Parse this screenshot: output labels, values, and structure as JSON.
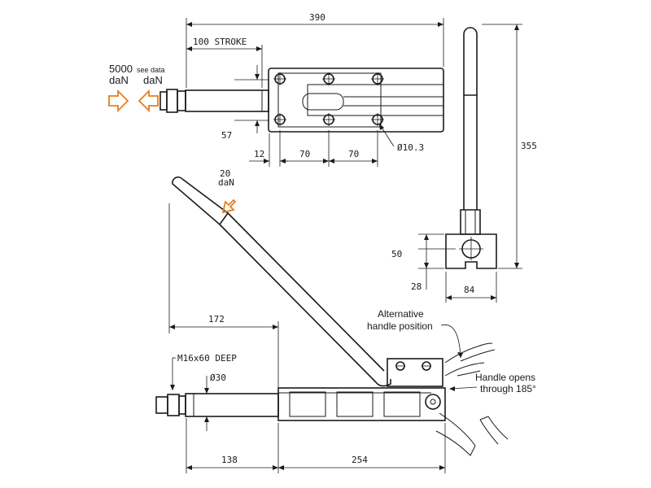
{
  "dimensions": {
    "overall_length": "390",
    "stroke": "100 STROKE",
    "offset_57": "57",
    "gap_12": "12",
    "pitch_a": "70",
    "pitch_b": "70",
    "hole_dia": "Ø10.3",
    "handle_height": "355",
    "block_height": "50",
    "slot_depth": "28",
    "block_width": "84",
    "handle_reach": "172",
    "thread": "M16x60 DEEP",
    "shaft_dia": "Ø30",
    "rod_length": "138",
    "body_length": "254"
  },
  "forces": {
    "push_value": "5000",
    "push_note": "see data",
    "unit_left": "daN",
    "unit_right": "daN",
    "handle_force_value": "20",
    "handle_force_unit": "daN"
  },
  "notes": {
    "alt_line1": "Alternative",
    "alt_line2": "handle position",
    "opens_line1": "Handle opens",
    "opens_line2": "through 185°"
  },
  "colors": {
    "arrow": "#e67e22",
    "line": "#1a1a1a"
  }
}
